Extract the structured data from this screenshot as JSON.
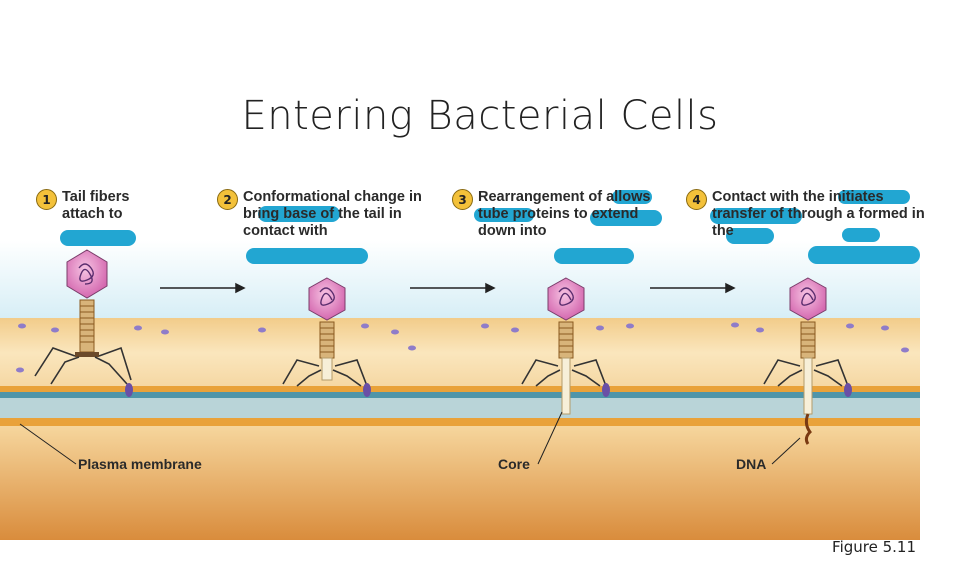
{
  "title": "Entering Bacterial Cells",
  "figure_label": "Figure 5.11",
  "steps": [
    {
      "number": "1",
      "text": "Tail fibers attach to"
    },
    {
      "number": "2",
      "text": "Conformational change in bring base of the tail in contact with"
    },
    {
      "number": "3",
      "text": "Rearrangement of allows tube proteins to extend down into"
    },
    {
      "number": "4",
      "text": "Contact with the initiates transfer of through a formed in the"
    }
  ],
  "labels": {
    "plasma_membrane": "Plasma membrane",
    "core": "Core",
    "dna": "DNA"
  },
  "colors": {
    "redaction": "#22a6d2",
    "sky": "#dff3f8",
    "wall": "#f6d99d",
    "membrane_orange": "#e9a23a",
    "membrane_teal": "#4f95a9",
    "cytoplasm": "#e7a85c",
    "capsid": "#e07fbf",
    "badge": "#f3c13a"
  }
}
